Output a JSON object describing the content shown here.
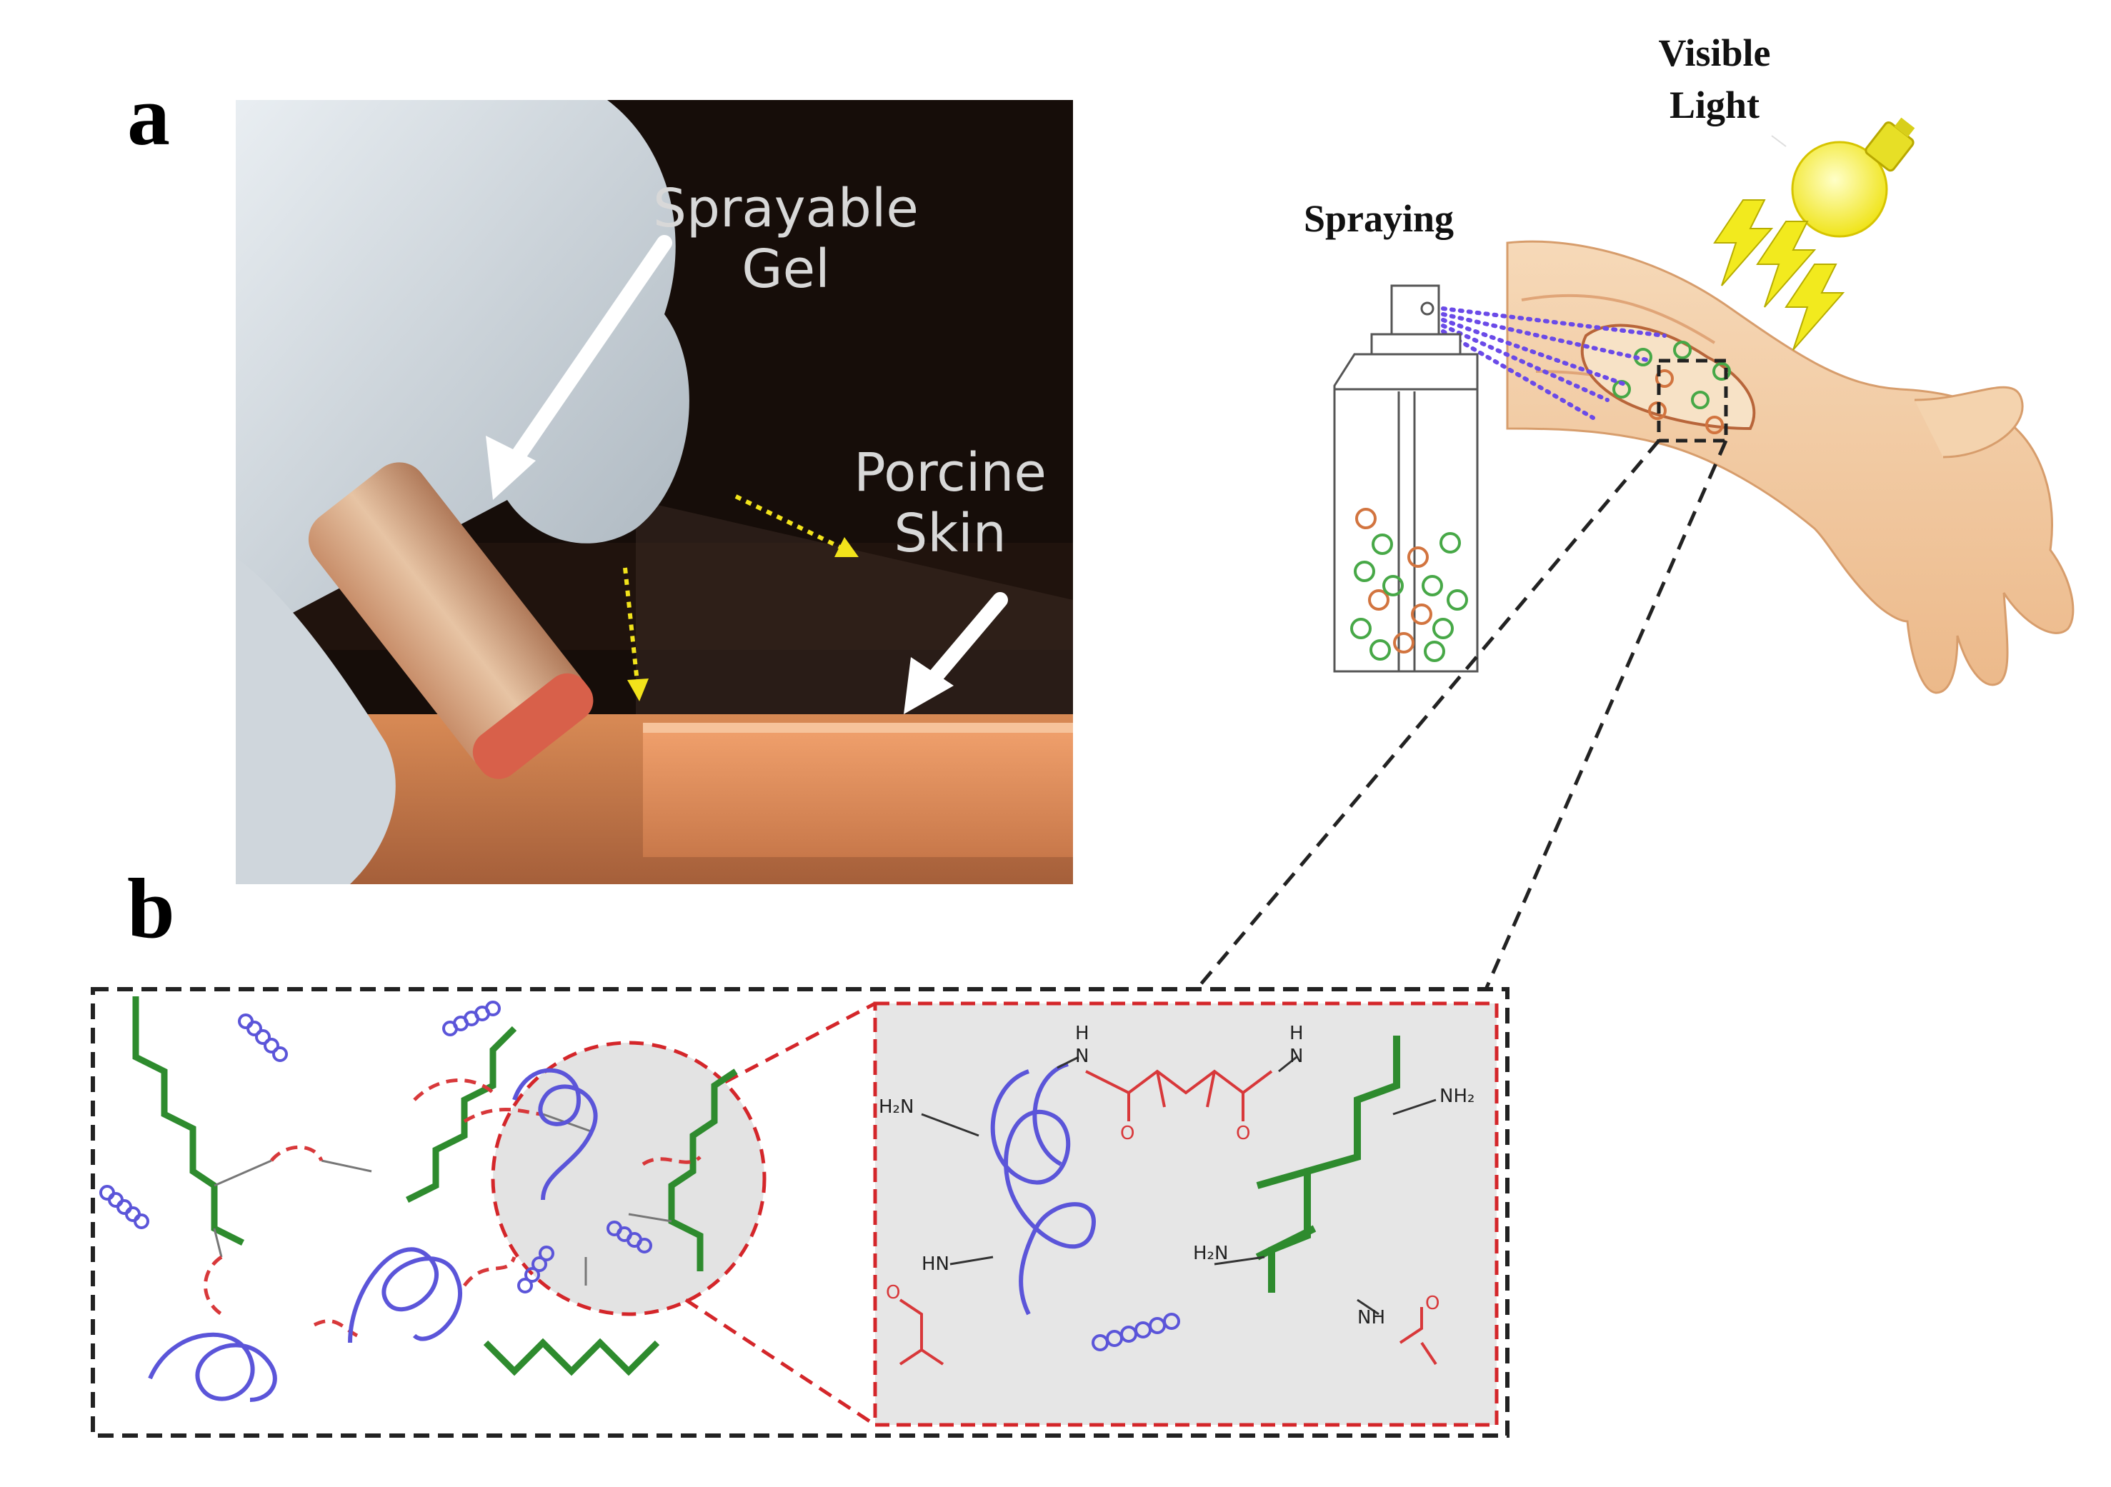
{
  "panels": {
    "a": "a",
    "b": "b"
  },
  "photo": {
    "sprayable_gel_line1": "Sprayable",
    "sprayable_gel_line2": "Gel",
    "porcine_line1": "Porcine",
    "porcine_line2": "Skin"
  },
  "illustration": {
    "spraying": "Spraying",
    "visible_light_line1": "Visible",
    "visible_light_line2": "Light"
  },
  "chemistry": {
    "amine_h2n": "H₂N",
    "amine_nh2": "NH₂",
    "amide_hn": "HN",
    "amide_nh": "NH",
    "amide_h": "H",
    "oxygen": "O",
    "nitrogen": "N"
  },
  "colors": {
    "polymer_blue": "#5b55d9",
    "chain_green": "#2e8b2e",
    "crosslink_red": "#d8383a",
    "frame_black": "#222222",
    "frame_red": "#d4262a",
    "zoom_bg": "#e6e6e6",
    "light_yellow": "#f2ec2a",
    "skin": "#f3cfa6"
  }
}
